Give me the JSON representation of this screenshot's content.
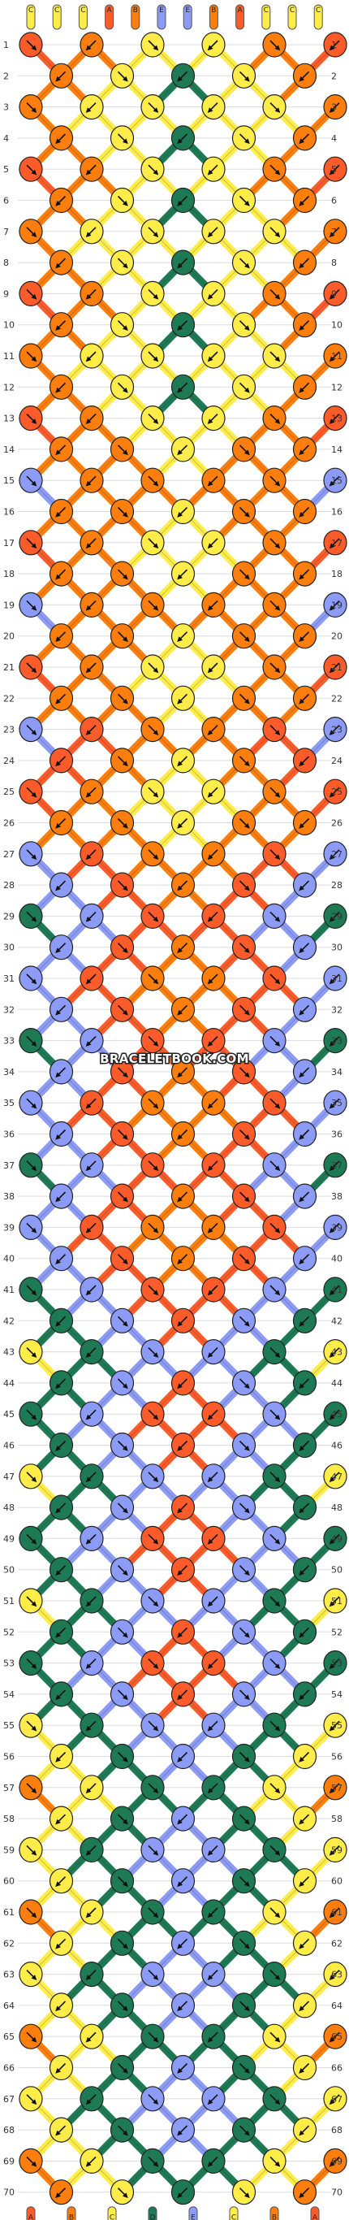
{
  "watermark": "BRACELETBOOK.COM",
  "palette": {
    "A": "#fd5c2a",
    "B": "#fd7e0c",
    "C": "#feec48",
    "D": "#1d7a54",
    "E": "#8c9bf5"
  },
  "top_labels": [
    "C",
    "C",
    "C",
    "A",
    "B",
    "E",
    "E",
    "B",
    "A",
    "C",
    "C",
    "C"
  ],
  "row_count": 70,
  "knot_colors": [
    [
      "A",
      "B",
      "C",
      "C",
      "B",
      "A"
    ],
    [
      "B",
      "C",
      "D",
      "C",
      "B"
    ],
    [
      "B",
      "C",
      "C",
      "C",
      "C",
      "B"
    ],
    [
      "B",
      "C",
      "D",
      "C",
      "B"
    ],
    [
      "A",
      "B",
      "C",
      "C",
      "B",
      "A"
    ],
    [
      "B",
      "C",
      "D",
      "C",
      "B"
    ],
    [
      "B",
      "C",
      "C",
      "C",
      "C",
      "B"
    ],
    [
      "B",
      "C",
      "D",
      "C",
      "B"
    ],
    [
      "A",
      "B",
      "C",
      "C",
      "B",
      "A"
    ],
    [
      "B",
      "C",
      "D",
      "C",
      "B"
    ],
    [
      "B",
      "C",
      "C",
      "C",
      "C",
      "B"
    ],
    [
      "B",
      "C",
      "D",
      "C",
      "B"
    ],
    [
      "A",
      "B",
      "C",
      "C",
      "B",
      "A"
    ],
    [
      "B",
      "B",
      "C",
      "B",
      "B"
    ],
    [
      "E",
      "B",
      "B",
      "B",
      "B",
      "E"
    ],
    [
      "B",
      "B",
      "C",
      "B",
      "B"
    ],
    [
      "A",
      "B",
      "C",
      "C",
      "B",
      "A"
    ],
    [
      "B",
      "B",
      "C",
      "B",
      "B"
    ],
    [
      "E",
      "B",
      "B",
      "B",
      "B",
      "E"
    ],
    [
      "B",
      "B",
      "C",
      "B",
      "B"
    ],
    [
      "A",
      "B",
      "C",
      "C",
      "B",
      "A"
    ],
    [
      "B",
      "B",
      "C",
      "B",
      "B"
    ],
    [
      "E",
      "A",
      "B",
      "B",
      "A",
      "E"
    ],
    [
      "A",
      "B",
      "C",
      "B",
      "A"
    ],
    [
      "A",
      "B",
      "C",
      "C",
      "B",
      "A"
    ],
    [
      "B",
      "B",
      "C",
      "B",
      "B"
    ],
    [
      "E",
      "A",
      "B",
      "B",
      "A",
      "E"
    ],
    [
      "E",
      "A",
      "B",
      "A",
      "E"
    ],
    [
      "D",
      "E",
      "A",
      "A",
      "E",
      "D"
    ],
    [
      "E",
      "A",
      "B",
      "A",
      "E"
    ],
    [
      "E",
      "A",
      "B",
      "B",
      "A",
      "E"
    ],
    [
      "E",
      "A",
      "B",
      "A",
      "E"
    ],
    [
      "D",
      "E",
      "A",
      "A",
      "E",
      "D"
    ],
    [
      "E",
      "A",
      "B",
      "A",
      "E"
    ],
    [
      "E",
      "A",
      "B",
      "B",
      "A",
      "E"
    ],
    [
      "E",
      "A",
      "B",
      "A",
      "E"
    ],
    [
      "D",
      "E",
      "A",
      "A",
      "E",
      "D"
    ],
    [
      "E",
      "A",
      "B",
      "A",
      "E"
    ],
    [
      "E",
      "A",
      "B",
      "B",
      "A",
      "E"
    ],
    [
      "E",
      "A",
      "B",
      "A",
      "E"
    ],
    [
      "D",
      "E",
      "A",
      "A",
      "E",
      "D"
    ],
    [
      "D",
      "E",
      "A",
      "E",
      "D"
    ],
    [
      "C",
      "D",
      "E",
      "E",
      "D",
      "C"
    ],
    [
      "D",
      "E",
      "A",
      "E",
      "D"
    ],
    [
      "D",
      "E",
      "A",
      "A",
      "E",
      "D"
    ],
    [
      "D",
      "E",
      "A",
      "E",
      "D"
    ],
    [
      "C",
      "D",
      "E",
      "E",
      "D",
      "C"
    ],
    [
      "D",
      "E",
      "A",
      "E",
      "D"
    ],
    [
      "D",
      "E",
      "A",
      "A",
      "E",
      "D"
    ],
    [
      "D",
      "E",
      "A",
      "E",
      "D"
    ],
    [
      "C",
      "D",
      "E",
      "E",
      "D",
      "C"
    ],
    [
      "D",
      "E",
      "A",
      "E",
      "D"
    ],
    [
      "D",
      "E",
      "A",
      "A",
      "E",
      "D"
    ],
    [
      "D",
      "E",
      "A",
      "E",
      "D"
    ],
    [
      "C",
      "D",
      "E",
      "E",
      "D",
      "C"
    ],
    [
      "C",
      "D",
      "E",
      "D",
      "C"
    ],
    [
      "B",
      "C",
      "D",
      "D",
      "C",
      "B"
    ],
    [
      "C",
      "D",
      "E",
      "D",
      "C"
    ],
    [
      "C",
      "D",
      "E",
      "E",
      "D",
      "C"
    ],
    [
      "C",
      "D",
      "E",
      "D",
      "C"
    ],
    [
      "B",
      "C",
      "D",
      "D",
      "C",
      "B"
    ],
    [
      "C",
      "D",
      "E",
      "D",
      "C"
    ],
    [
      "C",
      "D",
      "E",
      "E",
      "D",
      "C"
    ],
    [
      "C",
      "D",
      "E",
      "D",
      "C"
    ],
    [
      "B",
      "C",
      "D",
      "D",
      "C",
      "B"
    ],
    [
      "C",
      "D",
      "E",
      "D",
      "C"
    ],
    [
      "C",
      "D",
      "E",
      "E",
      "D",
      "C"
    ],
    [
      "C",
      "D",
      "E",
      "D",
      "C"
    ],
    [
      "B",
      "C",
      "D",
      "D",
      "C",
      "B"
    ],
    [
      "B",
      "C",
      "D",
      "C",
      "B"
    ]
  ],
  "bottom_labels": [
    "A",
    "B",
    "C",
    "D",
    "E",
    "C",
    "B",
    "A"
  ]
}
